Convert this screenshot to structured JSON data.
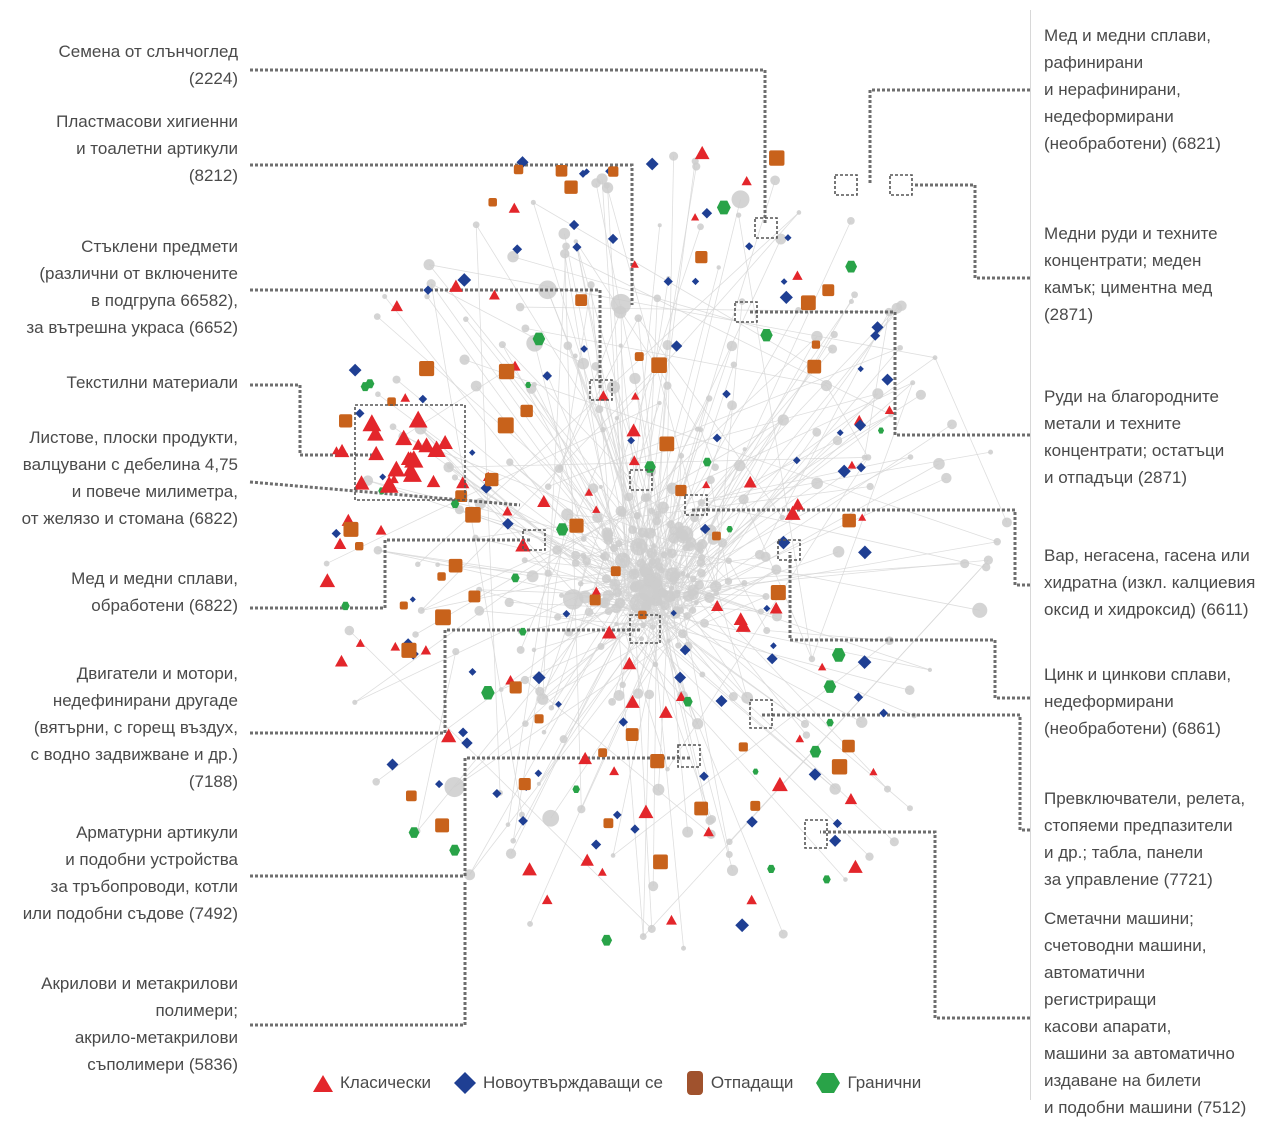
{
  "colors": {
    "classic": "#e3262b",
    "emerging": "#1f3f93",
    "lagging": "#c8621b",
    "marginal": "#29a348",
    "node_grey": "#cccccc",
    "edge_grey": "#d6d6d6",
    "connector": "#555555"
  },
  "legend": {
    "classic": "Класически",
    "emerging": "Новоутвърждаващи се",
    "lagging": "Отпадащи",
    "marginal": "Гранични"
  },
  "left_labels": [
    {
      "id": "sunflower",
      "lines": [
        "Семена от слънчоглед",
        "(2224)"
      ]
    },
    {
      "id": "plastic-hygiene",
      "lines": [
        "Пластмасови хигиенни",
        "и тоалетни артикули",
        "(8212)"
      ]
    },
    {
      "id": "glassware",
      "lines": [
        "Стъклени предмети",
        "(различни от включените",
        "в подгрупа 66582),",
        "за вътрешна украса (6652)"
      ]
    },
    {
      "id": "textile",
      "lines": [
        "Текстилни материали"
      ]
    },
    {
      "id": "iron-sheets",
      "lines": [
        "Листове, плоски продукти,",
        "валцувани с дебелина 4,75",
        "и повече милиметра,",
        "от желязо и стомана (6822)"
      ]
    },
    {
      "id": "copper-worked",
      "lines": [
        "Мед и медни сплави,",
        "обработени (6822)"
      ]
    },
    {
      "id": "engines",
      "lines": [
        "Двигатели и мотори,",
        "недефинирани другаде",
        "(вятърни, с горещ въздух,",
        "с водно задвижване и др.)",
        "(7188)"
      ]
    },
    {
      "id": "valves",
      "lines": [
        "Арматурни артикули",
        "и подобни устройства",
        "за тръбопроводи, котли",
        "или подобни съдове (7492)"
      ]
    },
    {
      "id": "acrylic",
      "lines": [
        "Акрилови и метакрилови",
        "полимери;",
        "акрило-метакрилови",
        "съполимери (5836)"
      ]
    }
  ],
  "right_labels": [
    {
      "id": "copper-unwrought",
      "lines": [
        "Мед и медни сплави,",
        "рафинирани",
        "и нерафинирани,",
        "недеформирани",
        "(необработени) (6821)"
      ]
    },
    {
      "id": "copper-ores",
      "lines": [
        "Медни руди и техните",
        "концентрати; меден",
        "камък; циментна мед",
        "(2871)"
      ]
    },
    {
      "id": "precious-ores",
      "lines": [
        "Руди на благородните",
        "метали и техните",
        "концентрати; остатъци",
        "и отпадъци (2871)"
      ]
    },
    {
      "id": "lime",
      "lines": [
        "Вар, негасена, гасена или",
        "хидратна (изкл. калциевия",
        "оксид и хидроксид) (6611)"
      ]
    },
    {
      "id": "zinc",
      "lines": [
        "Цинк и цинкови сплави,",
        "недеформирани",
        "(необработени) (6861)"
      ]
    },
    {
      "id": "switches",
      "lines": [
        "Превключватели, релета,",
        "стопяеми предпазители",
        "и др.; табла, панели",
        "за управление (7721)"
      ]
    },
    {
      "id": "calculators",
      "lines": [
        "Сметачни машини;",
        "счетоводни машини,",
        "автоматични",
        "регистриращи",
        "касови апарати,",
        "машини за автоматично",
        "издаване на билети",
        "и подобни машини (7512)"
      ]
    }
  ]
}
